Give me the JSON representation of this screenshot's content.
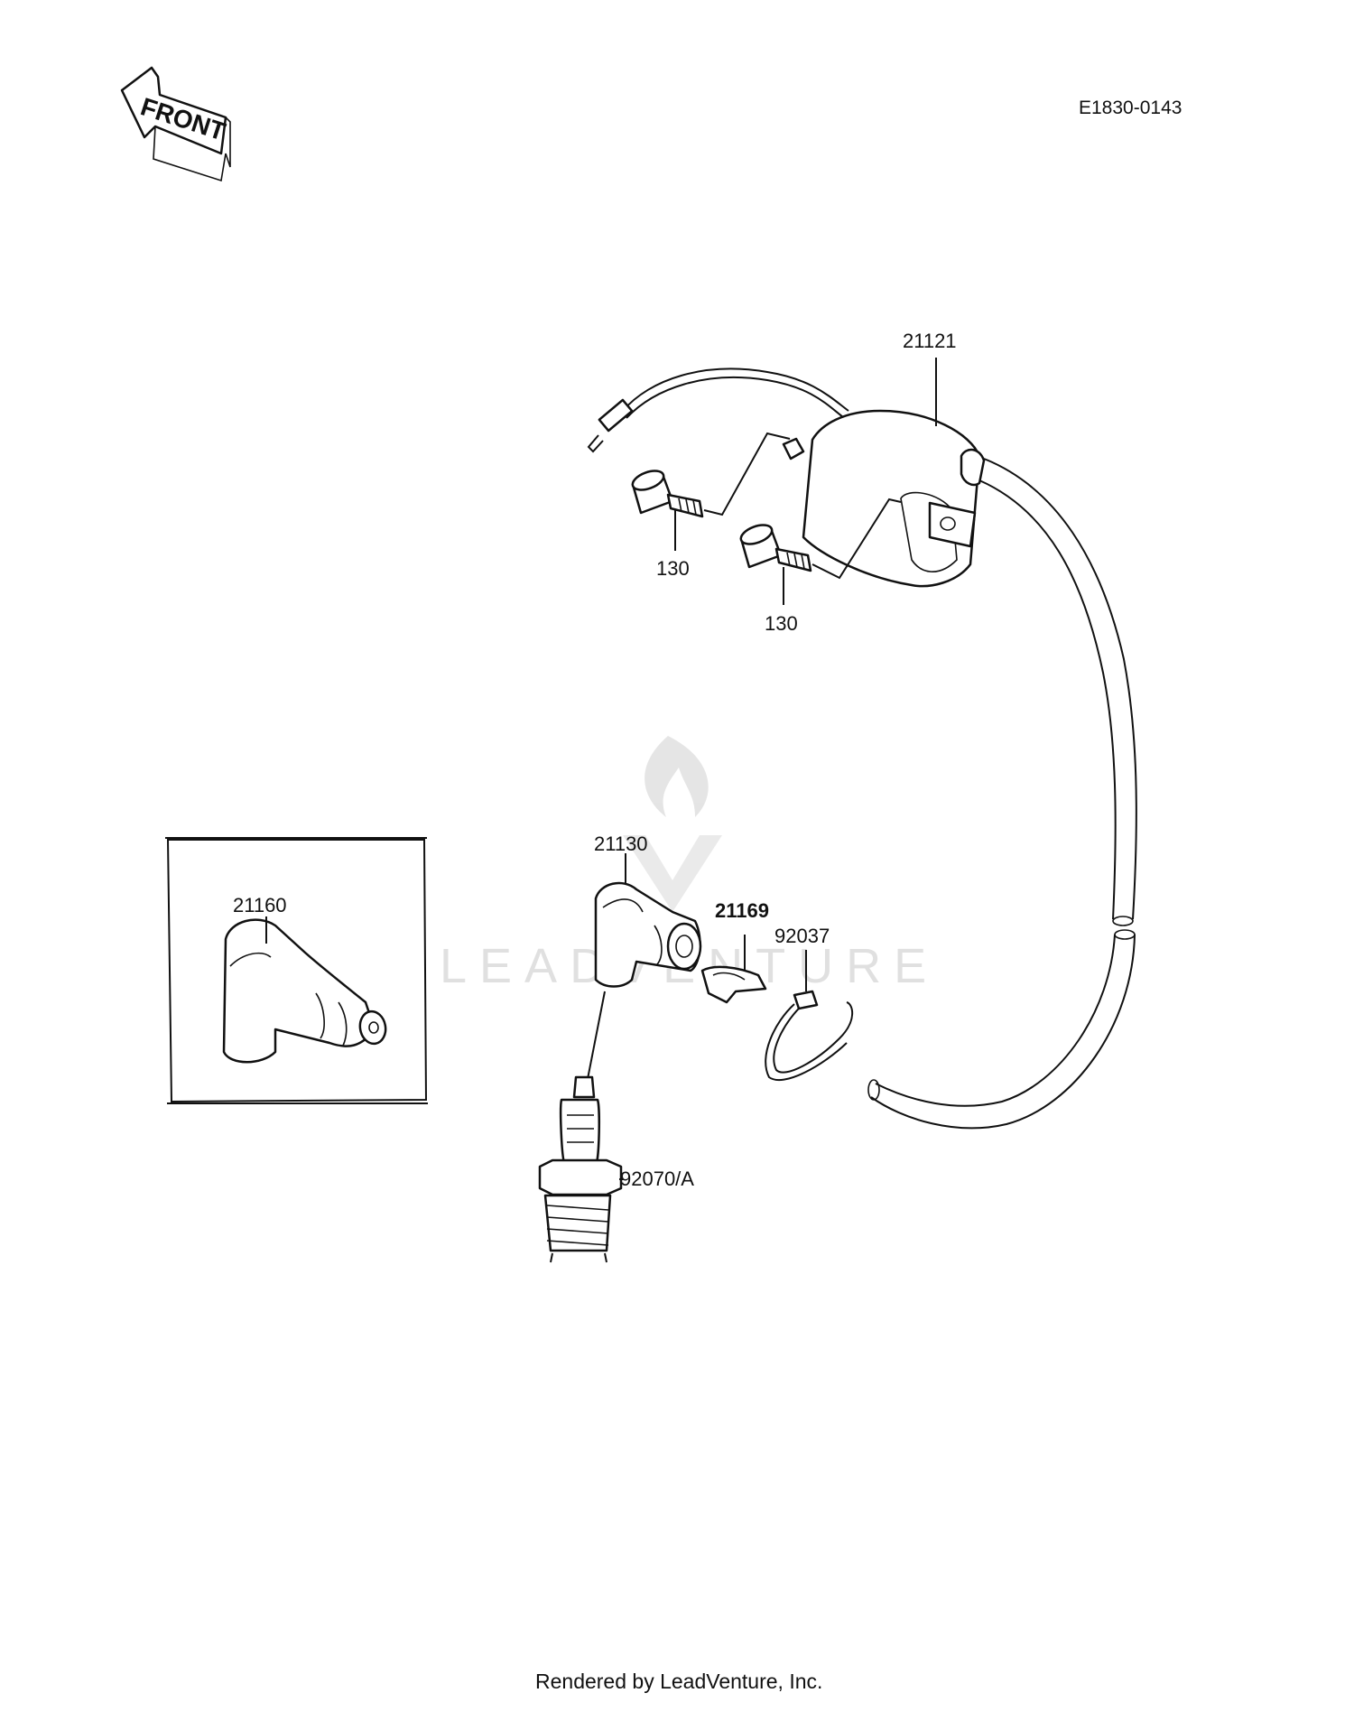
{
  "diagram": {
    "code": "E1830-0143",
    "front_label": "FRONT",
    "watermark": "LEADVENTURE",
    "footer": "Rendered by LeadVenture, Inc.",
    "parts": [
      {
        "id": "ignition-coil",
        "label": "21121"
      },
      {
        "id": "bolt-1",
        "label": "130"
      },
      {
        "id": "bolt-2",
        "label": "130"
      },
      {
        "id": "plug-cap-alt",
        "label": "21160"
      },
      {
        "id": "plug-cap",
        "label": "21130"
      },
      {
        "id": "clamp",
        "label": "21169"
      },
      {
        "id": "band",
        "label": "92037"
      },
      {
        "id": "spark-plug",
        "label": "92070/A"
      }
    ]
  }
}
